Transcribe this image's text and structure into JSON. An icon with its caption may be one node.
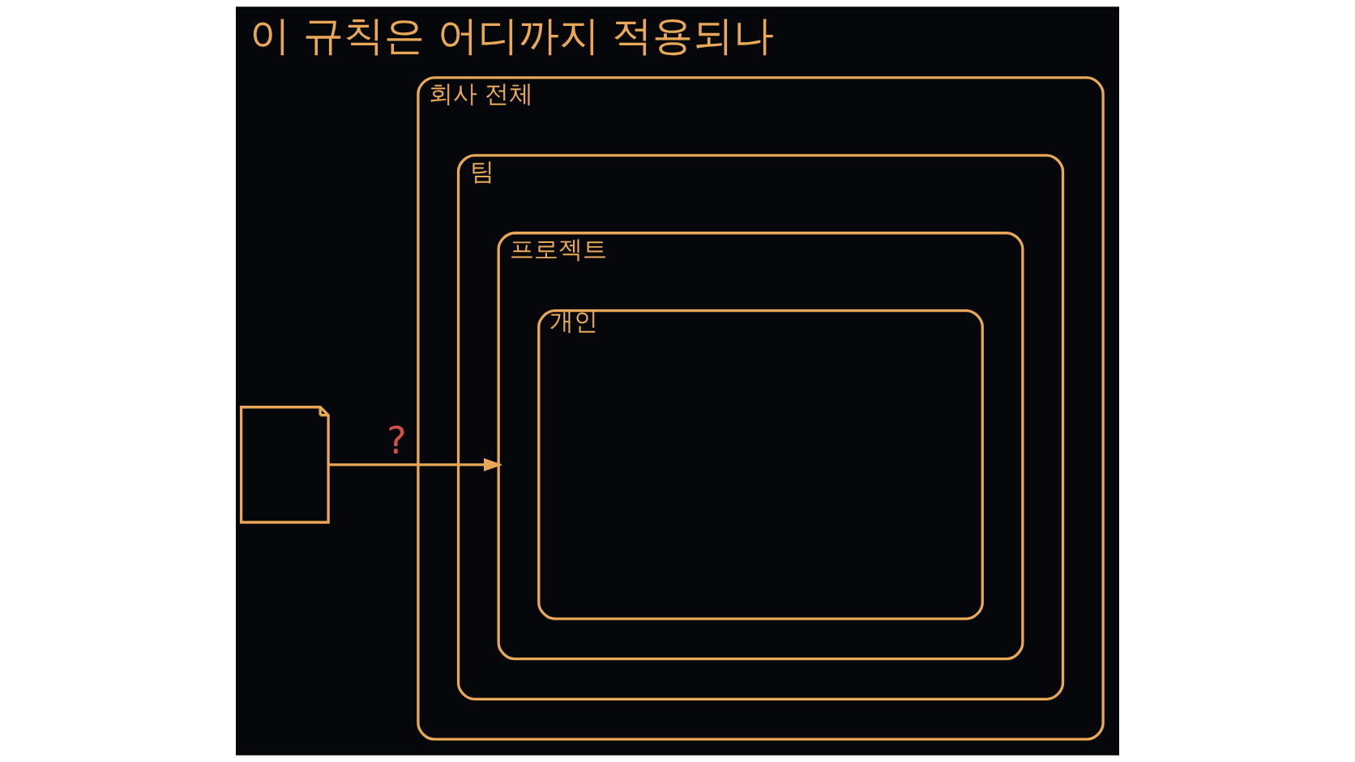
{
  "diagram": {
    "title": "이 규칙은 어디까지 적용되나",
    "nodes": [
      {
        "text": [
          "회사 전체"
        ]
      },
      {
        "text": [
          "팀"
        ],
        "in": 0
      },
      {
        "text": [
          "프로젝트"
        ],
        "in": 1
      },
      {
        "text": [
          "개인"
        ],
        "in": 2
      },
      {
        "text": [],
        "shape": "document"
      }
    ],
    "edges": [
      {
        "from": 4,
        "to": 2,
        "arrow": "to",
        "label": "?"
      }
    ]
  }
}
